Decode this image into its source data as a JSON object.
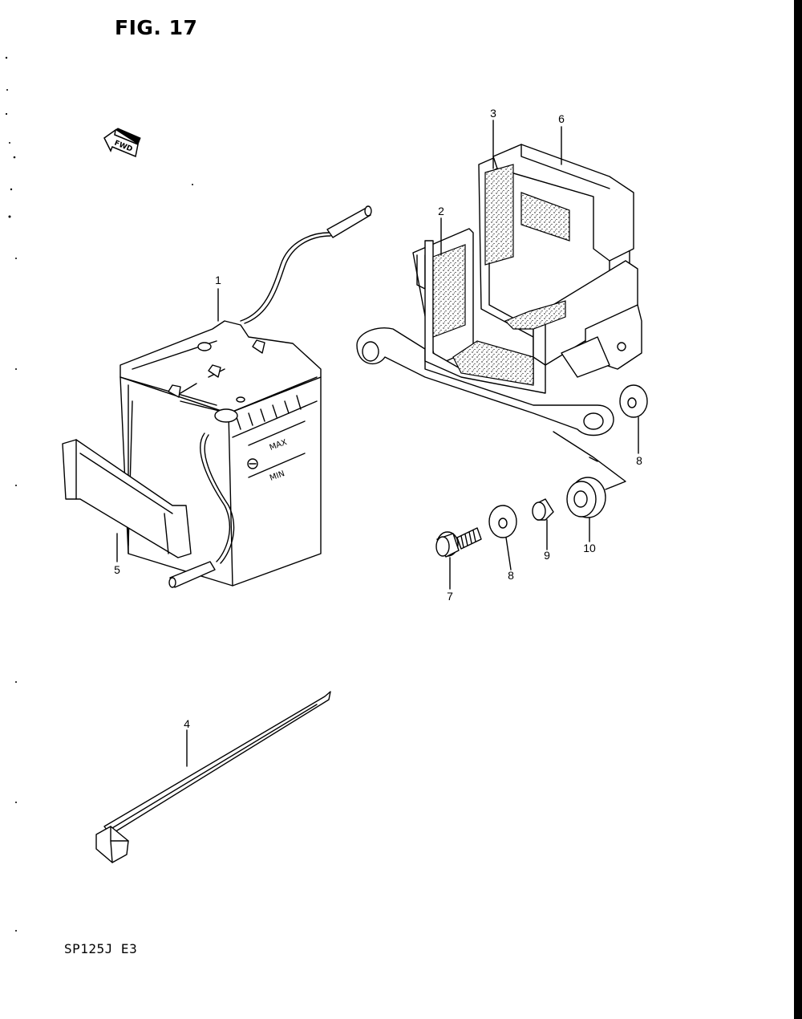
{
  "figure": {
    "title": "FIG. 17",
    "model_code": "SP125J  E3",
    "fwd_label": "FWD"
  },
  "battery": {
    "max_label": "MAX",
    "min_label": "MIN"
  },
  "callouts": {
    "c1": "1",
    "c2": "2",
    "c3": "3",
    "c4": "4",
    "c5": "5",
    "c6": "6",
    "c7": "7",
    "c8a": "8",
    "c8b": "8",
    "c9": "9",
    "c10": "10"
  }
}
